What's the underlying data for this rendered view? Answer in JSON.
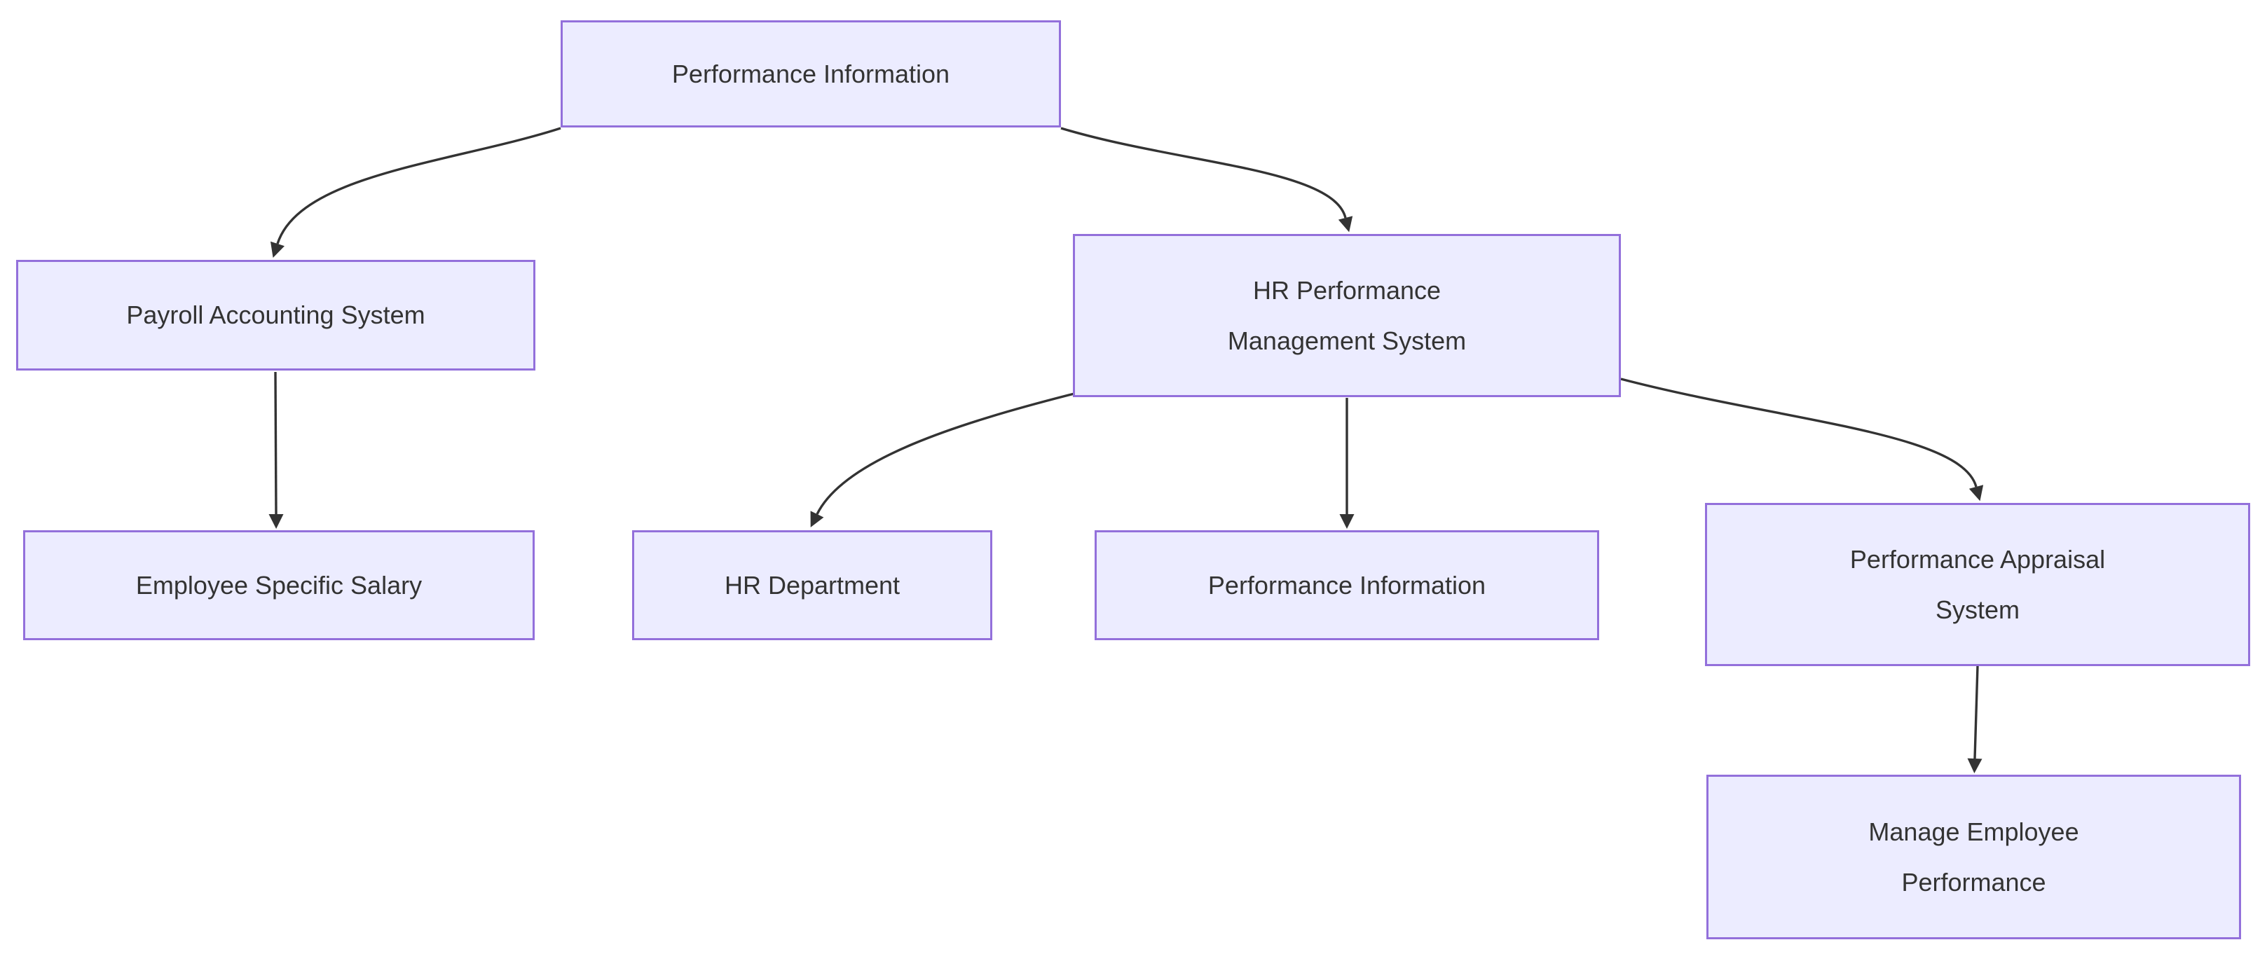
{
  "diagram": {
    "type": "flowchart",
    "direction": "top-down",
    "colors": {
      "node_fill": "#ECECFF",
      "node_border": "#9370DB",
      "edge": "#333333",
      "text": "#333333",
      "background": "#ffffff"
    },
    "nodes": [
      {
        "id": "performance-information-root",
        "lines": [
          "Performance Information"
        ]
      },
      {
        "id": "payroll-accounting-system",
        "lines": [
          "Payroll Accounting System"
        ]
      },
      {
        "id": "hr-performance-management-system",
        "lines": [
          "HR Performance",
          "Management System"
        ]
      },
      {
        "id": "employee-specific-salary",
        "lines": [
          "Employee Specific Salary"
        ]
      },
      {
        "id": "hr-department",
        "lines": [
          "HR Department"
        ]
      },
      {
        "id": "performance-information-child",
        "lines": [
          "Performance Information"
        ]
      },
      {
        "id": "performance-appraisal-system",
        "lines": [
          "Performance Appraisal",
          "System"
        ]
      },
      {
        "id": "manage-employee-performance",
        "lines": [
          "Manage Employee",
          "Performance"
        ]
      }
    ],
    "edges": [
      {
        "from": "performance-information-root",
        "to": "payroll-accounting-system"
      },
      {
        "from": "performance-information-root",
        "to": "hr-performance-management-system"
      },
      {
        "from": "hr-performance-management-system",
        "to": "hr-department"
      },
      {
        "from": "hr-performance-management-system",
        "to": "performance-information-child"
      },
      {
        "from": "hr-performance-management-system",
        "to": "performance-appraisal-system"
      },
      {
        "from": "payroll-accounting-system",
        "to": "employee-specific-salary"
      },
      {
        "from": "performance-appraisal-system",
        "to": "manage-employee-performance"
      }
    ]
  }
}
